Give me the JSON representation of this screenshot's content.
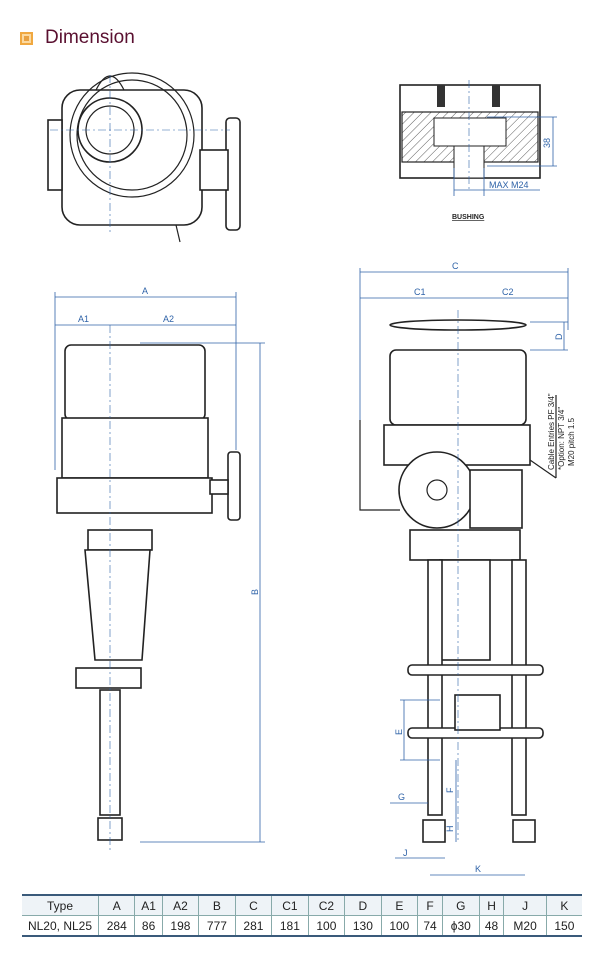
{
  "header": {
    "title": "Dimension",
    "icon": "square-bullet-icon"
  },
  "bushing": {
    "label": "BUSHING",
    "height": "38",
    "thread": "MAX  M24"
  },
  "cable_note": {
    "line1": "Cable Entries  PF 3/4\"",
    "line2": "*Option: NPT 3/4\"",
    "line3": "M20 pitch 1.5"
  },
  "dimension_labels": {
    "A": "A",
    "A1": "A1",
    "A2": "A2",
    "B": "B",
    "C": "C",
    "C1": "C1",
    "C2": "C2",
    "D": "D",
    "E": "E",
    "F": "F",
    "G": "G",
    "H": "H",
    "J": "J",
    "K": "K"
  },
  "table": {
    "headers": [
      "Type",
      "A",
      "A1",
      "A2",
      "B",
      "C",
      "C1",
      "C2",
      "D",
      "E",
      "F",
      "G",
      "H",
      "J",
      "K"
    ],
    "rows": [
      [
        "NL20, NL25",
        "284",
        "86",
        "198",
        "777",
        "281",
        "181",
        "100",
        "130",
        "100",
        "74",
        "ϕ30",
        "48",
        "M20",
        "150"
      ]
    ]
  },
  "colors": {
    "title": "#5a1030",
    "dimension": "#2f63a8",
    "table_rule": "#3a5a7a"
  }
}
